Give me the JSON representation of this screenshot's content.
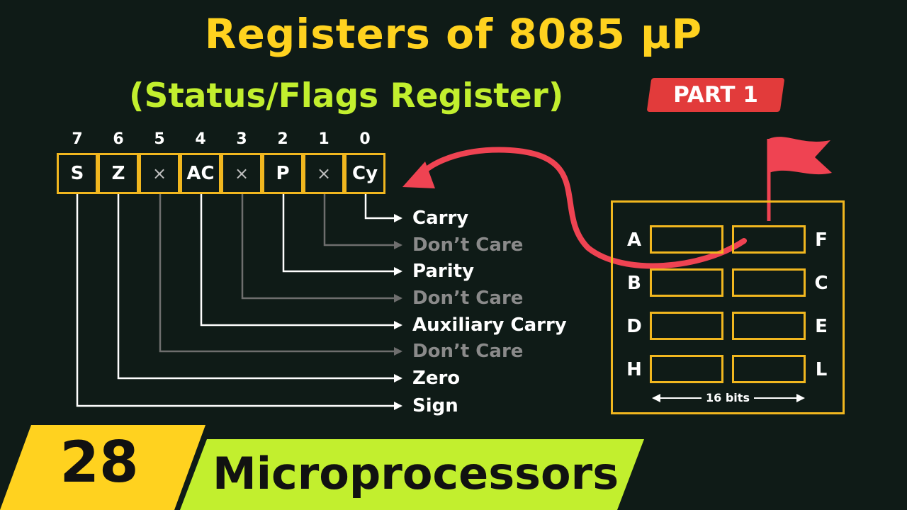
{
  "title": "Registers of 8085 µP",
  "subtitle": "(Status/Flags Register)",
  "badge": "PART 1",
  "flag_register": {
    "bits": [
      "7",
      "6",
      "5",
      "4",
      "3",
      "2",
      "1",
      "0"
    ],
    "cells": [
      "S",
      "Z",
      "×",
      "AC",
      "×",
      "P",
      "×",
      "Cy"
    ],
    "descriptions": [
      "Carry",
      "Don’t Care",
      "Parity",
      "Don’t Care",
      "Auxiliary Carry",
      "Don’t Care",
      "Zero",
      "Sign"
    ]
  },
  "register_block": {
    "left_labels": [
      "A",
      "B",
      "D",
      "H"
    ],
    "right_labels": [
      "F",
      "C",
      "E",
      "L"
    ],
    "width_label": "16 bits"
  },
  "footer": {
    "number": "28",
    "course": "Microprocessors"
  },
  "colors": {
    "background": "#0f1b17",
    "title": "#ffd21f",
    "subtitle": "#c2ef2e",
    "cell_border": "#f1b71f",
    "arrow_red": "#ef4352",
    "dont_care_text": "#8a8a8a"
  }
}
